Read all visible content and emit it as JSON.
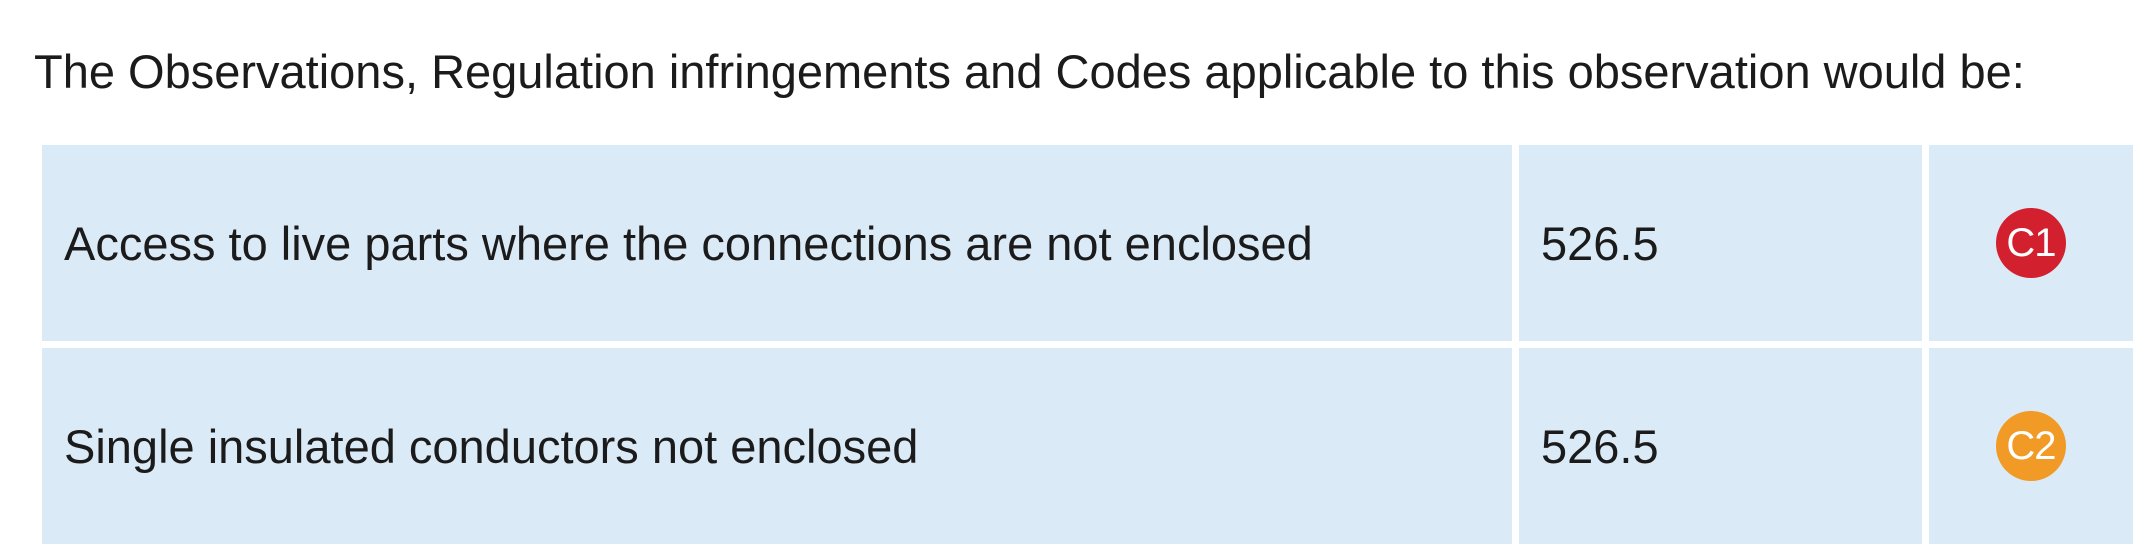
{
  "intro_text": "The Observations, Regulation infringements and Codes applicable to this observation would be:",
  "rows": [
    {
      "observation": "Access to live parts where the connections are not enclosed",
      "regulation": "526.5",
      "code": "C1",
      "code_color": "#d3202f"
    },
    {
      "observation": "Single insulated conductors not enclosed",
      "regulation": "526.5",
      "code": "C2",
      "code_color": "#f29a26"
    }
  ]
}
